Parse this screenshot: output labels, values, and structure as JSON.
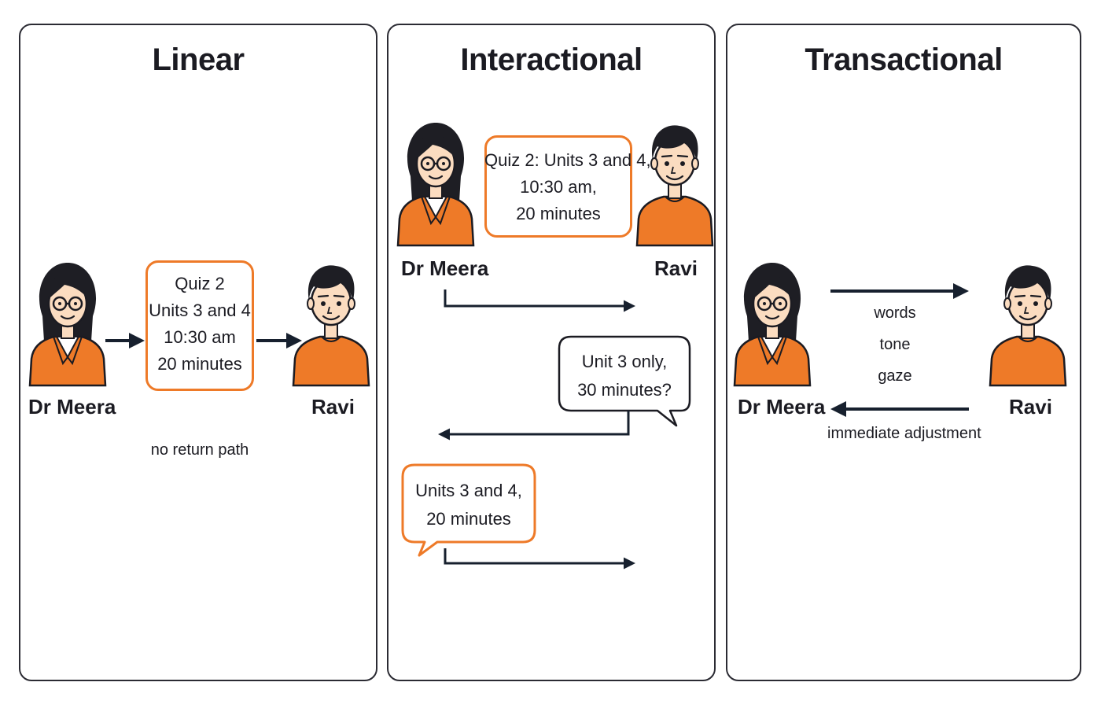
{
  "panels": {
    "linear": {
      "title": "Linear",
      "sender": "Dr Meera",
      "receiver": "Ravi",
      "message_lines": [
        "Quiz 2",
        "Units 3 and 4",
        "10:30 am",
        "20 minutes"
      ],
      "note": "no return path"
    },
    "interactional": {
      "title": "Interactional",
      "sender": "Dr Meera",
      "receiver": "Ravi",
      "message1_lines": [
        "Quiz 2: Units 3 and 4,",
        "10:30 am,",
        "20 minutes"
      ],
      "reply_lines": [
        "Unit 3 only,",
        "30 minutes?"
      ],
      "response_lines": [
        "Units 3 and 4,",
        "20 minutes"
      ]
    },
    "transactional": {
      "title": "Transactional",
      "sender": "Dr Meera",
      "receiver": "Ravi",
      "channels": [
        "words",
        "tone",
        "gaze"
      ],
      "feedback": "immediate adjustment"
    }
  },
  "colors": {
    "accent": "#ee7a28",
    "outline": "#1b1b22",
    "arrow": "#17202e",
    "skin": "#fbdcc0",
    "hair": "#1e1e24"
  },
  "icons": {
    "teacher": "woman-with-glasses-icon",
    "student": "young-man-icon",
    "arrow": "arrow-right-icon"
  }
}
